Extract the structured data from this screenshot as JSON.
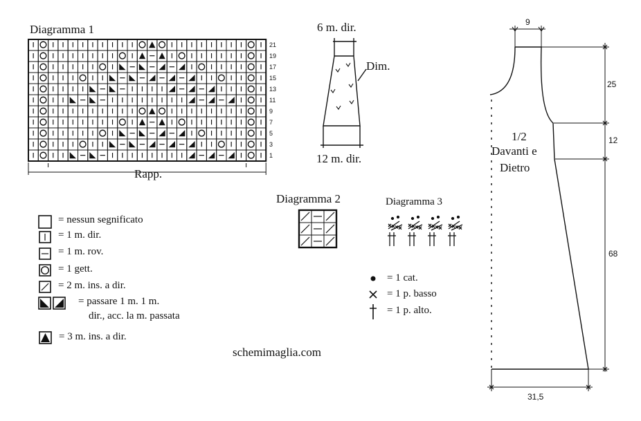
{
  "diagram1": {
    "title": "Diagramma 1",
    "repeat_label": "Rapp.",
    "row_numbers": [
      "21",
      "19",
      "17",
      "15",
      "13",
      "11",
      "9",
      "7",
      "5",
      "3",
      "1"
    ]
  },
  "sleeve": {
    "top_label": "6 m. dir.",
    "bottom_label": "12 m. dir.",
    "dim_label": "Dim."
  },
  "diagram2": {
    "title": "Diagramma 2"
  },
  "diagram3": {
    "title": "Diagramma 3"
  },
  "legend": [
    {
      "symbol": "empty-square",
      "text": "= nessun segnificato"
    },
    {
      "symbol": "knit-bar",
      "text": "= 1 m. dir."
    },
    {
      "symbol": "purl-dash",
      "text": "= 1 m. rov."
    },
    {
      "symbol": "yarn-over-circle",
      "text": "= 1 gett."
    },
    {
      "symbol": "k2tog-slash",
      "text": "= 2 m. ins. a dir."
    },
    {
      "symbol": "skpo-triangles",
      "text": "= passare 1 m. 1 m.",
      "text2": "dir., acc. la m. passata"
    },
    {
      "symbol": "triple-triangle",
      "text": "= 3 m. ins. a dir."
    }
  ],
  "crochet_legend": [
    {
      "symbol": "dot",
      "text": "= 1 cat."
    },
    {
      "symbol": "cross",
      "text": "= 1 p. basso"
    },
    {
      "symbol": "dagger",
      "text": "= 1 p. alto."
    }
  ],
  "watermark": "schemimaglia.com",
  "schematic": {
    "label_line1": "1/2",
    "label_line2": "Davanti e",
    "label_line3": "Dietro",
    "dim_top": "9",
    "dim_armhole": "25",
    "dim_yoke": "12",
    "dim_body": "68",
    "dim_bottom": "31,5"
  }
}
